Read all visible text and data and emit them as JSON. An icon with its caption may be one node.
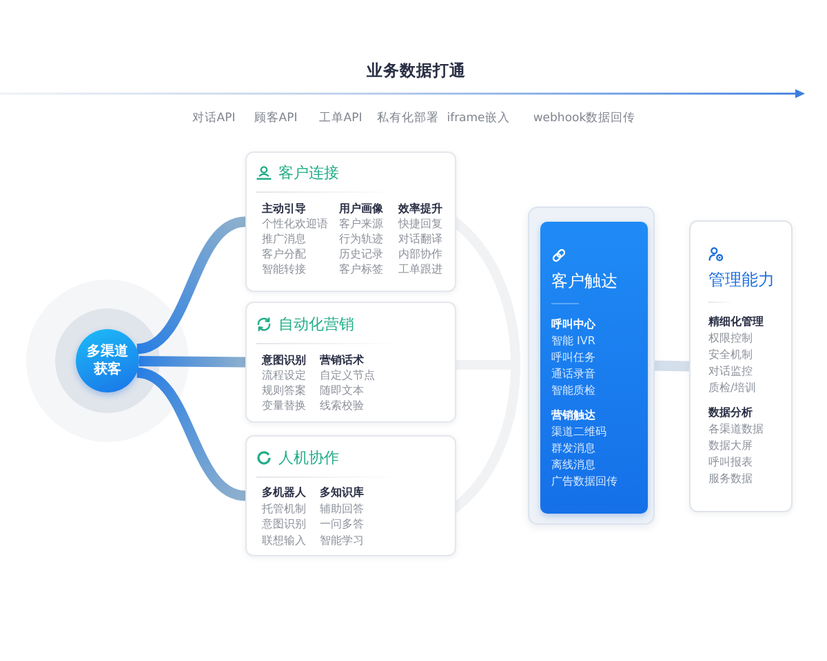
{
  "diagram": {
    "title": "业务数据打通",
    "nodes": [
      {
        "text": [
          "多渠道获客"
        ]
      },
      {
        "text": [
          "客户连接",
          "主动引导",
          "个性化欢迎语",
          "推广消息",
          "客户分配",
          "智能转接",
          "用户画像",
          "客户来源",
          "行为轨迹",
          "历史记录",
          "客户标签",
          "效率提升",
          "快捷回复",
          "对话翻译",
          "内部协作",
          "工单跟进"
        ]
      },
      {
        "text": [
          "自动化营销",
          "意图识别",
          "流程设定",
          "规则答案",
          "变量替换",
          "营销话术",
          "自定义节点",
          "随即文本",
          "线索校验"
        ]
      },
      {
        "text": [
          "人机协作",
          "多机器人",
          "托管机制",
          "意图识别",
          "联想输入",
          "多知识库",
          "辅助回答",
          "一问多答",
          "智能学习"
        ]
      },
      {
        "text": [],
        "shape": "box"
      },
      {
        "text": [
          "客户触达",
          "呼叫中心",
          "智能 IVR",
          "呼叫任务",
          "通话录音",
          "智能质检",
          "营销触达",
          "渠道二维码",
          "群发消息",
          "离线消息",
          "广告数据回传"
        ],
        "in": 4
      },
      {
        "text": [
          "管理能力",
          "精细化管理",
          "权限控制",
          "安全机制",
          "对话监控",
          "质检/培训",
          "数据分析",
          "各渠道数据",
          "数据大屏",
          "呼叫报表",
          "服务数据"
        ]
      }
    ],
    "edges": [
      {
        "from": 0,
        "to": 1,
        "arrow": "none"
      },
      {
        "from": 0,
        "to": 2,
        "arrow": "none"
      },
      {
        "from": 0,
        "to": 3,
        "arrow": "none"
      },
      {
        "from": 4,
        "to": 6,
        "arrow": "none",
        "color": "#d5dfeb"
      }
    ],
    "labels": [
      "对话API",
      "顾客API",
      "工单API",
      "私有化部署",
      "iframe嵌入",
      "webhook数据回传"
    ]
  }
}
